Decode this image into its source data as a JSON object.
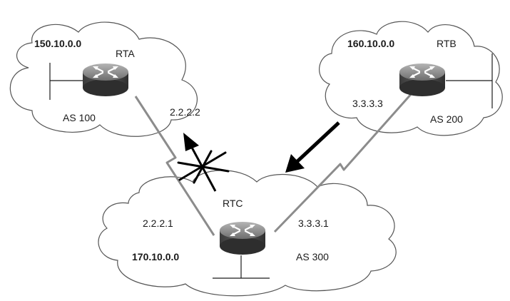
{
  "icons": {
    "router": "router-icon",
    "cloud": "cloud-icon",
    "serial_link": "serial-link-icon",
    "arrow": "arrow-icon",
    "broken_link": "broken-link-cross-icon"
  },
  "colors": {
    "link": "#8c8c8c",
    "router_body": "#4a4a4a",
    "router_top": "#8e8e8e",
    "cloud_stroke": "#555555",
    "arrow": "#000000"
  },
  "routers": {
    "rta": {
      "name": "RTA",
      "network": "150.10.0.0",
      "as": "AS 100",
      "ip": "2.2.2.2"
    },
    "rtb": {
      "name": "RTB",
      "network": "160.10.0.0",
      "as": "AS 200",
      "ip": "3.3.3.3"
    },
    "rtc": {
      "name": "RTC",
      "network": "170.10.0.0",
      "as": "AS 300",
      "ip_to_rta": "2.2.2.1",
      "ip_to_rtb": "3.3.3.1"
    }
  }
}
